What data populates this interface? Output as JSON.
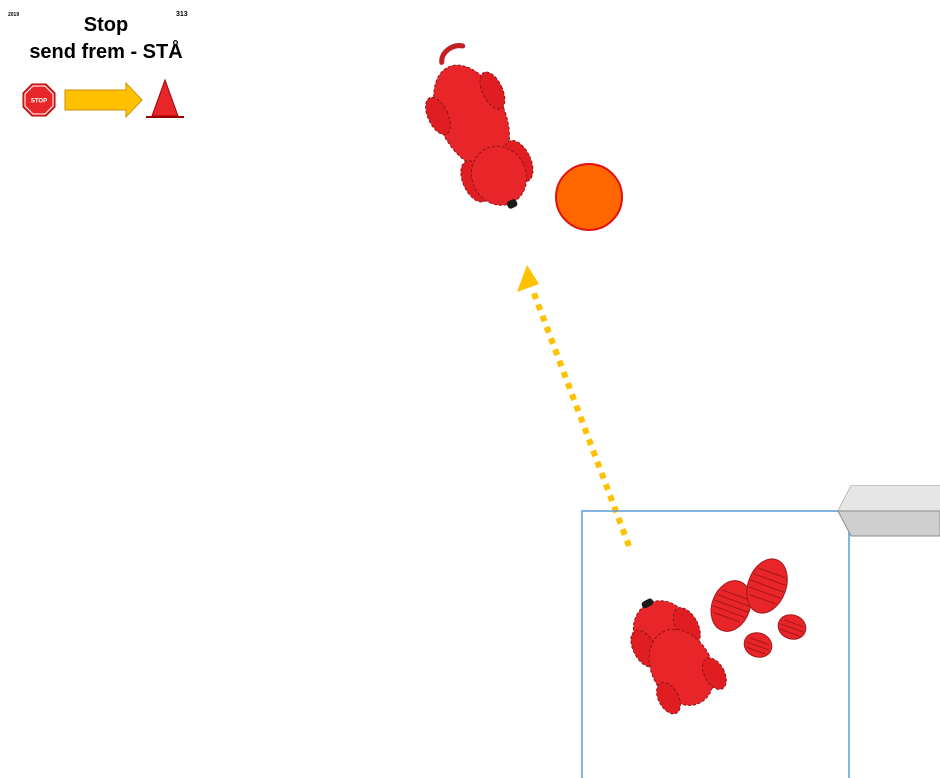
{
  "header": {
    "year": "2019",
    "exercise_number": "313",
    "title_line1": "Stop",
    "title_line2": "send frem - STÅ"
  },
  "legend": {
    "stop_sign_text": "STOP",
    "icons": [
      "stop-sign-icon",
      "arrow-right-icon",
      "cone-icon"
    ]
  },
  "colors": {
    "dog": "#e8262a",
    "ball": "#ff6600",
    "ball_outline": "#e01010",
    "arrow": "#ffc000",
    "box_outline": "#5b9bd5",
    "footprints": "#e8262a",
    "stop_sign": "#e8262a",
    "legend_arrow": "#ffc000",
    "cone": "#e8262a",
    "sign_gray": "#bfbfbf"
  }
}
